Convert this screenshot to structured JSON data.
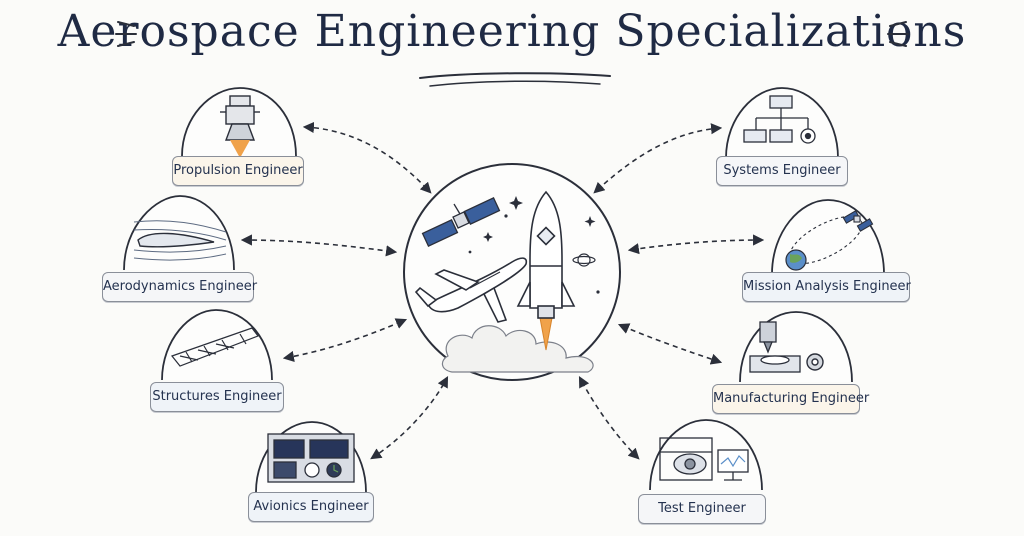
{
  "title": "Aerospace Engineering Specializations",
  "specializations": [
    {
      "label": "Propulsion Engineer",
      "icon": "rocket-engine-icon"
    },
    {
      "label": "Aerodynamics Engineer",
      "icon": "airfoil-icon"
    },
    {
      "label": "Structures Engineer",
      "icon": "truss-structure-icon"
    },
    {
      "label": "Avionics Engineer",
      "icon": "avionics-panel-icon"
    },
    {
      "label": "Systems Engineer",
      "icon": "flowchart-icon"
    },
    {
      "label": "Mission Analysis Engineer",
      "icon": "orbit-satellite-icon"
    },
    {
      "label": "Manufacturing Engineer",
      "icon": "cnc-machine-icon"
    },
    {
      "label": "Test Engineer",
      "icon": "test-rig-icon"
    }
  ],
  "center": {
    "icon": "aerospace-hub-icon"
  },
  "colors": {
    "ink": "#2b2f3a",
    "title": "#1f2a44",
    "label_border": "#8a8f99",
    "flame": "#f0a24a",
    "earth_blue": "#5b8fc9",
    "earth_green": "#6aa35a"
  }
}
